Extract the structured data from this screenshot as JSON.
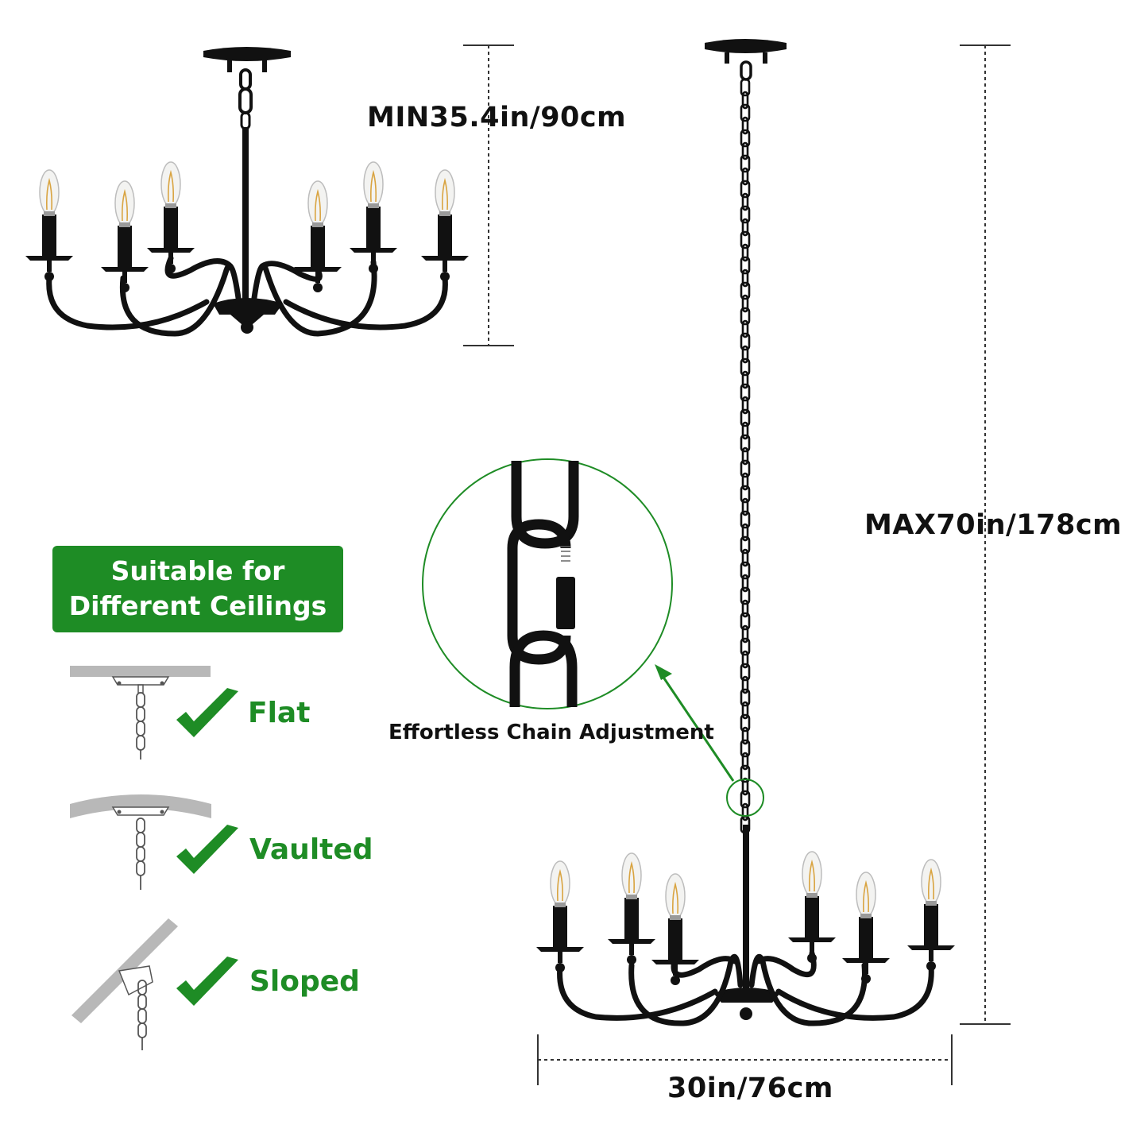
{
  "dimensions": {
    "min_height": "MIN35.4in/90cm",
    "max_height": "MAX70in/178cm",
    "width": "30in/76cm"
  },
  "ceilings": {
    "heading_line1": "Suitable for",
    "heading_line2": "Different Ceilings",
    "types": [
      {
        "label": "Flat"
      },
      {
        "label": "Vaulted"
      },
      {
        "label": "Sloped"
      }
    ]
  },
  "callout": {
    "label": "Effortless Chain Adjustment"
  },
  "colors": {
    "accent_green": "#1e8c25",
    "fixture_black": "#111111",
    "ceiling_gray": "#b8b8b8"
  },
  "icons": [
    "check-icon",
    "chandelier-icon",
    "chain-link-icon"
  ]
}
